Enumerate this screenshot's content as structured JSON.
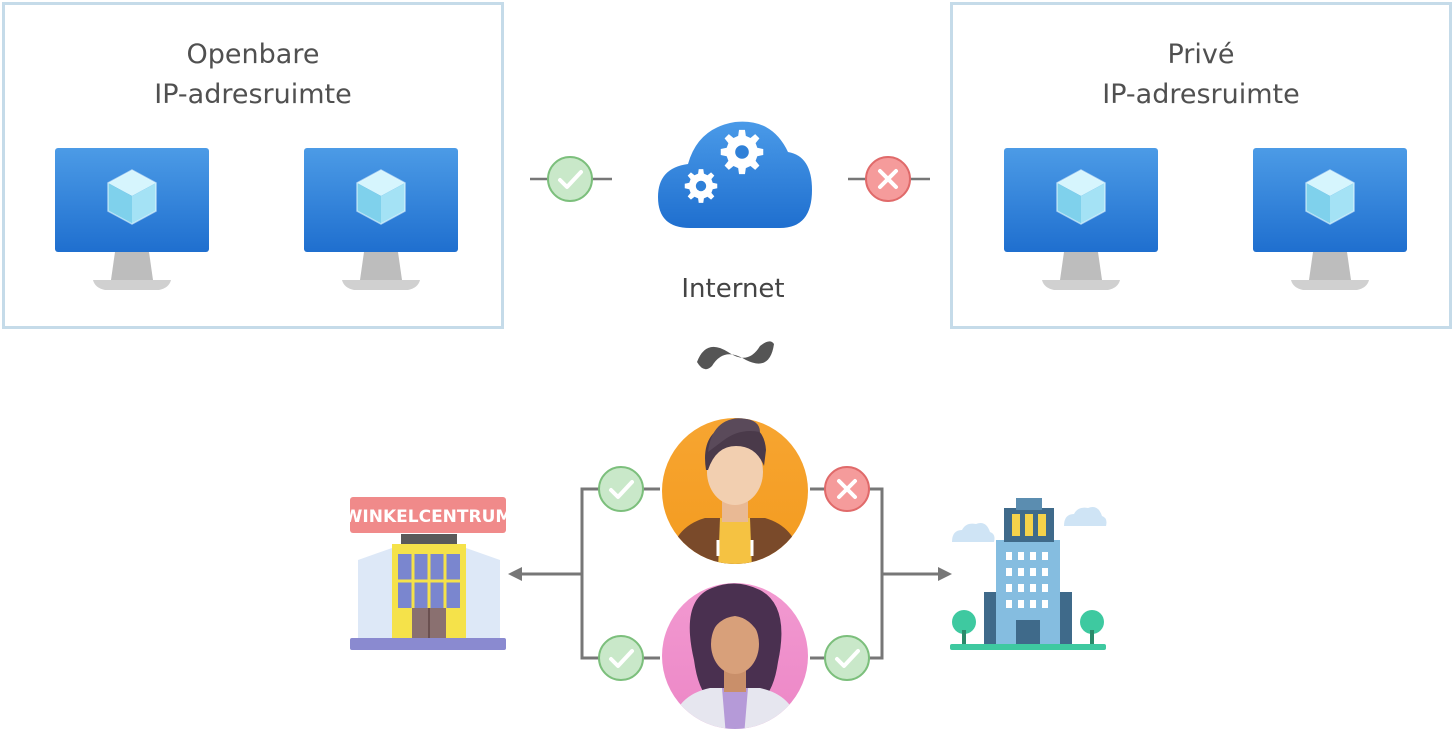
{
  "public_space": {
    "title_line1": "Openbare",
    "title_line2": "IP-adresruimte"
  },
  "private_space": {
    "title_line1": "Privé",
    "title_line2": "IP-adresruimte"
  },
  "internet": {
    "label": "Internet",
    "analogy_symbol": "~"
  },
  "mall": {
    "sign": "WINKELCENTRUM"
  },
  "colors": {
    "panel_border": "#c5dbe9",
    "monitor_blue": "#3b88dd",
    "allowed_green": "#c9e8c9",
    "allowed_stroke": "#7cbf7c",
    "denied_red": "#f59b9b",
    "denied_stroke": "#e06a6a",
    "cloud_blue": "#2f80d8",
    "connector_gray": "#777777"
  },
  "connections": {
    "public_to_internet": "allowed",
    "internet_to_private": "denied",
    "man_to_mall": "allowed",
    "man_to_office": "denied",
    "woman_to_mall": "allowed",
    "woman_to_office": "allowed"
  }
}
